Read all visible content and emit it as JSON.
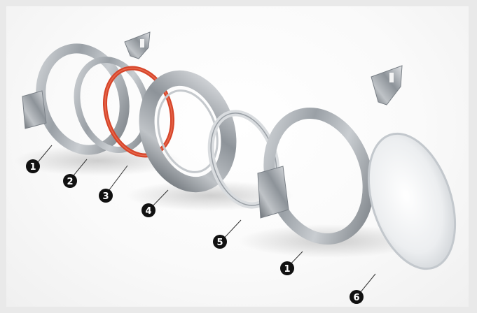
{
  "callouts": [
    {
      "id": "callout-1a",
      "label": "1"
    },
    {
      "id": "callout-2",
      "label": "2"
    },
    {
      "id": "callout-3",
      "label": "3"
    },
    {
      "id": "callout-4",
      "label": "4"
    },
    {
      "id": "callout-5",
      "label": "5"
    },
    {
      "id": "callout-1b",
      "label": "1"
    },
    {
      "id": "callout-6",
      "label": "6"
    }
  ],
  "colors": {
    "background": "#e9e9e9",
    "metal": "#a9adb2",
    "gasket_red": "#d6452a",
    "badge": "#111111",
    "window_glass": "#eef0f2"
  }
}
